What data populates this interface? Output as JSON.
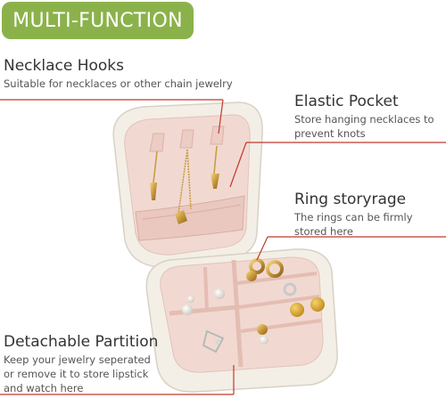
{
  "badge": {
    "label": "MULTI-FUNCTION"
  },
  "features": {
    "necklace_hooks": {
      "title": "Necklace Hooks",
      "desc": "Suitable for necklaces or other chain jewelry"
    },
    "elastic_pocket": {
      "title": "Elastic Pocket",
      "desc": "Store hanging necklaces to prevent knots"
    },
    "ring_storage": {
      "title": "Ring storyrage",
      "desc": "The rings can be firmly stored here"
    },
    "detachable_partition": {
      "title": "Detachable Partition",
      "desc": "Keep your jewelry seperated or remove it to store lipstick and watch here"
    }
  },
  "colors": {
    "badge": "#8bb24a",
    "callout_line": "#c0392b",
    "case_exterior": "#f3efe6",
    "case_lining": "#f1d9d2"
  }
}
